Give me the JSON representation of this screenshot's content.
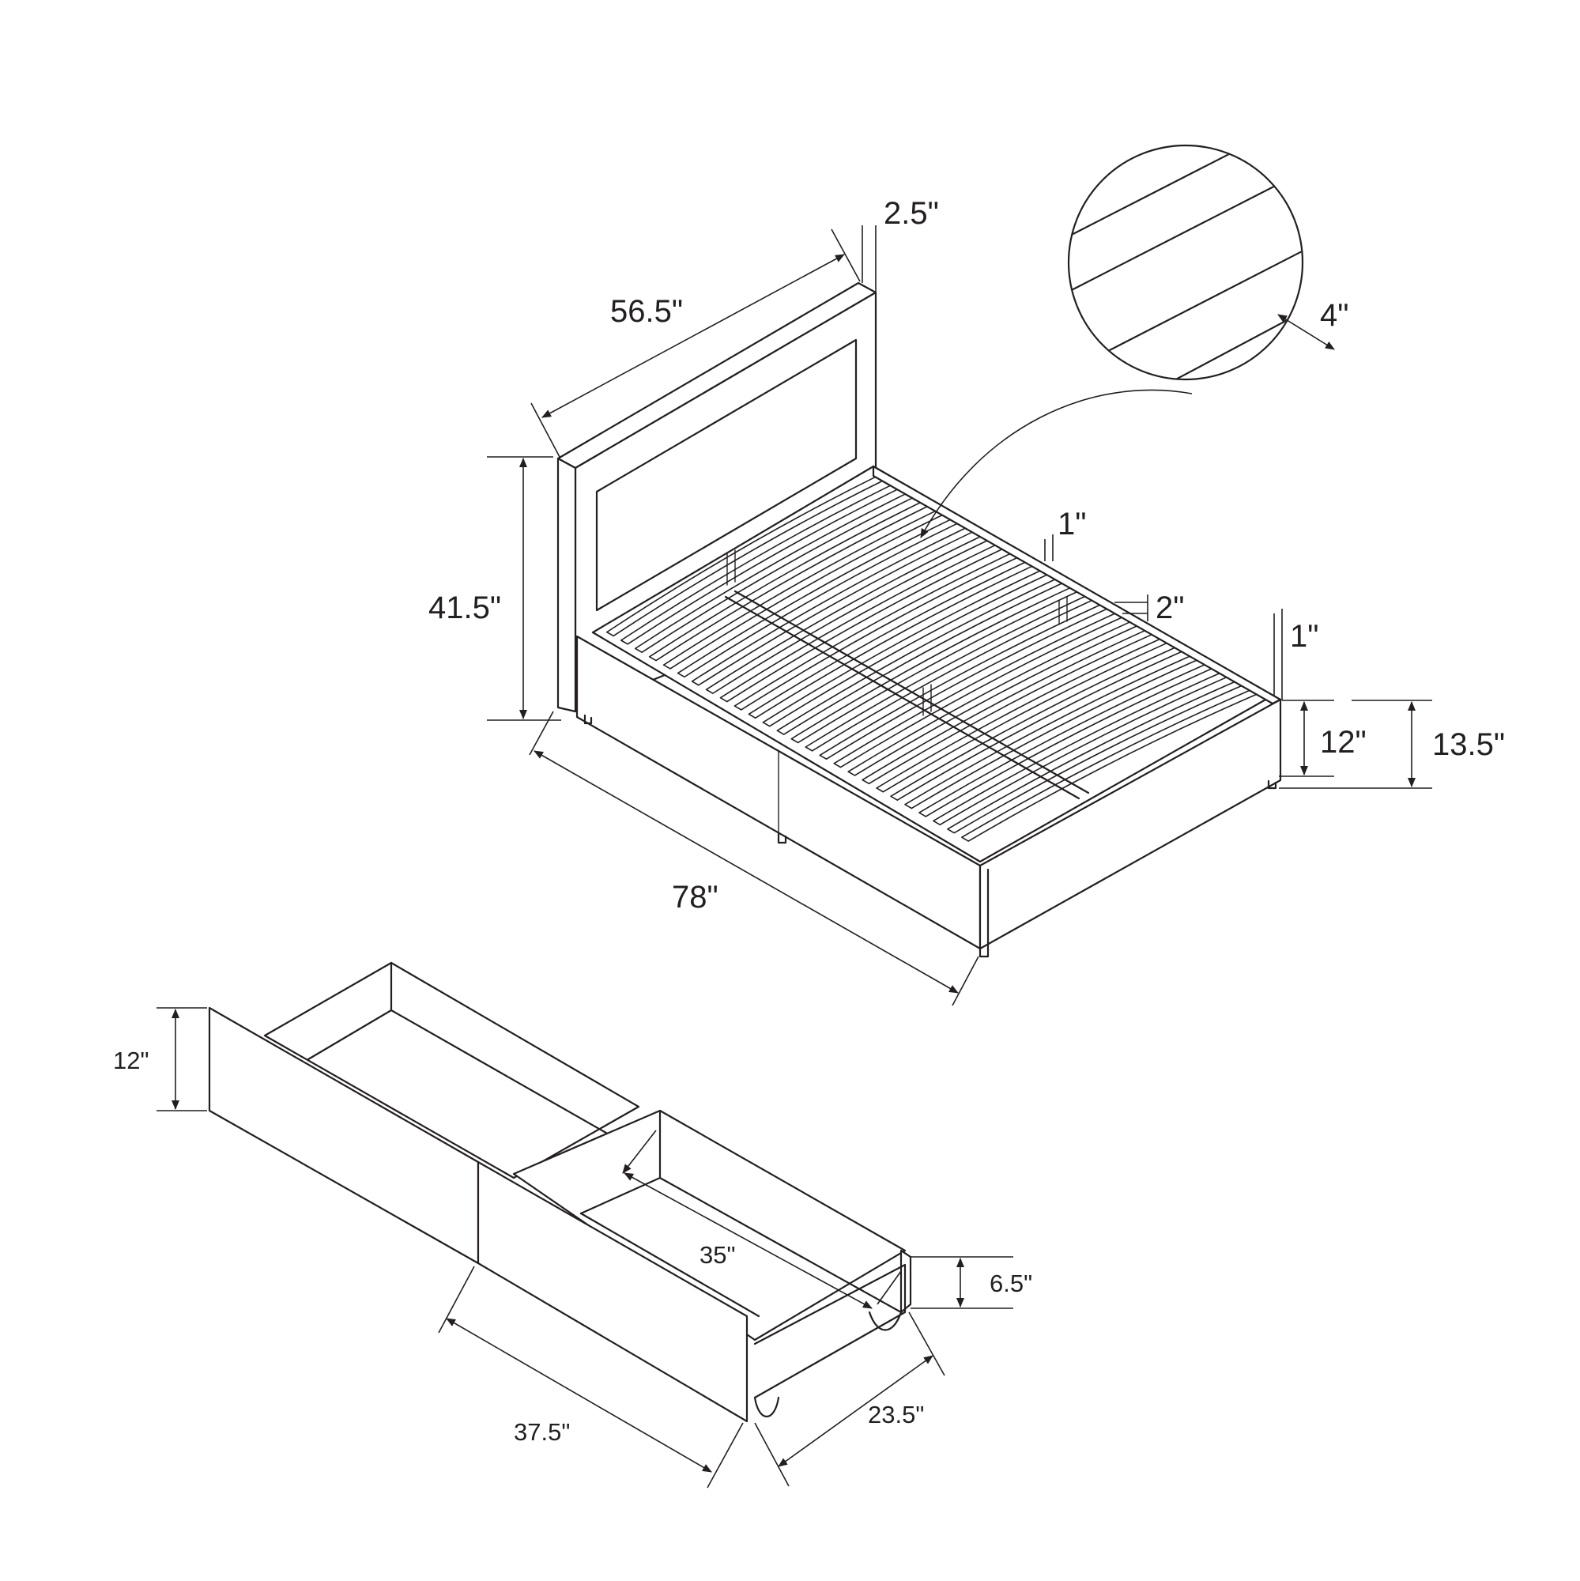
{
  "labels": {
    "headboard_thickness": "2.5\"",
    "headboard_width": "56.5\"",
    "slat_width": "4\"",
    "headboard_height": "41.5\"",
    "rail_top_gap": "1\"",
    "slat_gap": "2\"",
    "rail_side_gap": "1\"",
    "frame_height": "12\"",
    "total_height": "13.5\"",
    "bed_length": "78\"",
    "drawer_front_height": "12\"",
    "drawer_inner_depth": "35\"",
    "drawer_inner_height": "6.5\"",
    "drawer_front_width": "37.5\"",
    "drawer_width": "23.5\""
  },
  "colors": {
    "line": "#231f20",
    "background": "#ffffff"
  }
}
